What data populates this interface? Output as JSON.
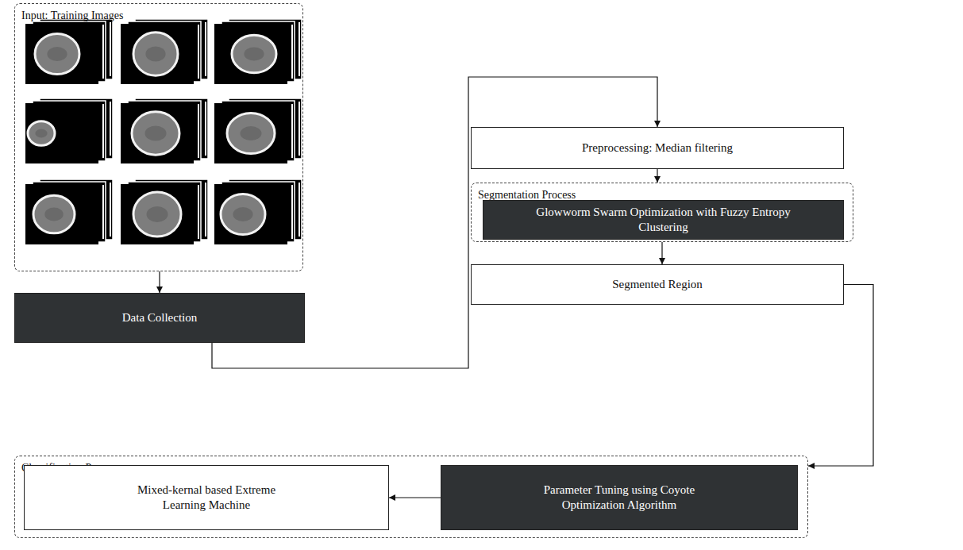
{
  "diagram": {
    "nodes": [
      {
        "text": [
          "Input: Training Images"
        ]
      },
      {
        "text": [
          "Data Collection"
        ]
      },
      {
        "text": [
          "Preprocessing: Median filtering"
        ]
      },
      {
        "text": [
          "Segmentation Process"
        ]
      },
      {
        "text": [
          "Glowworm Swarm Optimization with Fuzzy Entropy Clustering"
        ],
        "in": 3
      },
      {
        "text": [
          "Segmented Region"
        ]
      },
      {
        "text": [
          "Classification Process"
        ]
      },
      {
        "text": [
          "Mixed-kernal based Extreme Learning Machine"
        ],
        "in": 6
      },
      {
        "text": [
          "Parameter Tuning using Coyote Optimization Algorithm"
        ],
        "in": 6
      }
    ],
    "edges": [
      {
        "from": 0,
        "to": 1,
        "arrow": "to"
      },
      {
        "from": 1,
        "to": 2,
        "arrow": "to"
      },
      {
        "from": 2,
        "to": 3,
        "arrow": "to"
      },
      {
        "from": 3,
        "to": 5,
        "arrow": "to"
      },
      {
        "from": 5,
        "to": 6,
        "arrow": "to"
      },
      {
        "from": 8,
        "to": 7,
        "arrow": "to"
      }
    ]
  }
}
